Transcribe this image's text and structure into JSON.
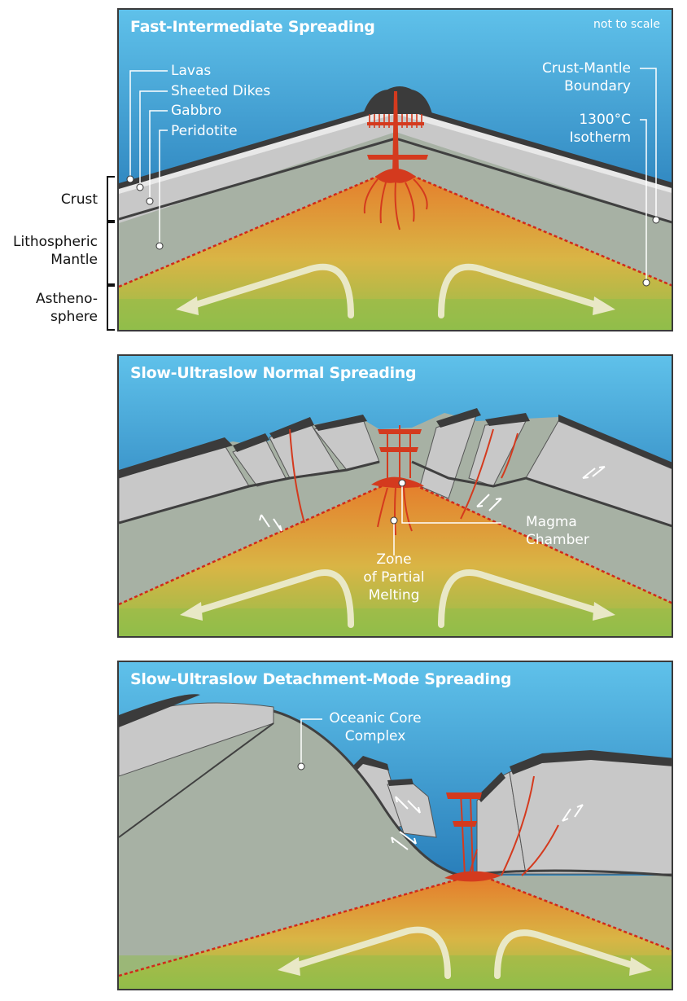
{
  "panels": {
    "fast": {
      "title": "Fast-Intermediate Spreading",
      "note": "not to scale",
      "labels": {
        "lavas": "Lavas",
        "dikes": "Sheeted Dikes",
        "gabbro": "Gabbro",
        "peridotite": "Peridotite",
        "crust_mantle": "Crust-Mantle\nBoundary",
        "isotherm": "1300°C\nIsotherm"
      }
    },
    "normal": {
      "title": "Slow-Ultraslow Normal Spreading",
      "labels": {
        "magma": "Magma\nChamber",
        "melting": "Zone\nof Partial\nMelting"
      }
    },
    "detachment": {
      "title": "Slow-Ultraslow Detachment-Mode Spreading",
      "labels": {
        "occ": "Oceanic Core\nComplex"
      }
    }
  },
  "side_labels": {
    "crust": "Crust",
    "litho": "Lithospheric\nMantle",
    "astheno": "Astheno-\nsphere"
  },
  "colors": {
    "ocean_top": "#5bbde6",
    "ocean_bottom": "#0f5a9e",
    "crust": "#c9c9c9",
    "mantle": "#a9b3a6",
    "lava": "#3a3a3a",
    "magma": "#d43a1e",
    "melt_top": "#e8872c",
    "melt_bottom": "#8fbf4a",
    "isotherm": "#d02a1a",
    "arrow": "#e9e8c6"
  }
}
